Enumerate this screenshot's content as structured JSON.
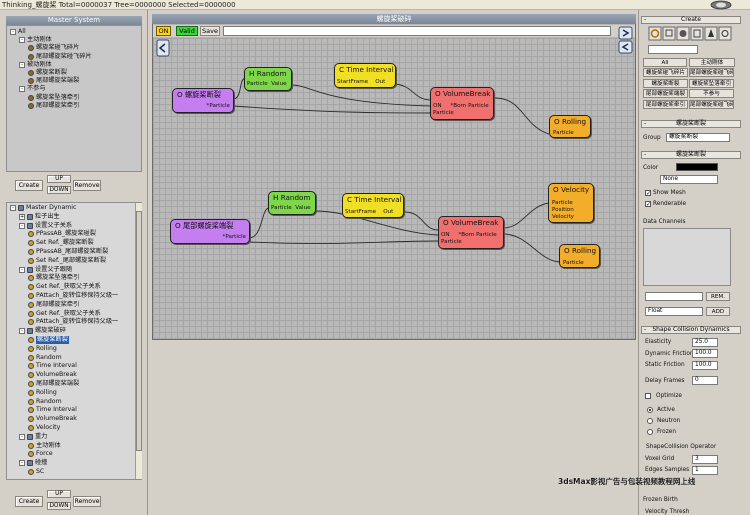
{
  "window": {
    "title": "Thinking_螺旋桨  Total=0000037  Tree=0000000  Selected=0000000"
  },
  "left": {
    "master_header": "Master System",
    "master_tree": [
      {
        "label": "All",
        "level": 0,
        "exp": "-",
        "icon": "none"
      },
      {
        "label": "主动刚体",
        "level": 1,
        "exp": "-",
        "icon": "none"
      },
      {
        "label": "螺旋桨碰飞碎片",
        "level": 2,
        "exp": "",
        "icon": "gear"
      },
      {
        "label": "尾部螺旋桨碰飞碎片",
        "level": 2,
        "exp": "",
        "icon": "gear"
      },
      {
        "label": "被动刚体",
        "level": 1,
        "exp": "-",
        "icon": "none"
      },
      {
        "label": "螺旋桨断裂",
        "level": 2,
        "exp": "",
        "icon": "gear"
      },
      {
        "label": "尾部螺旋桨端裂",
        "level": 2,
        "exp": "",
        "icon": "gear"
      },
      {
        "label": "不参与",
        "level": 1,
        "exp": "-",
        "icon": "none"
      },
      {
        "label": "螺旋桨坠落牵引",
        "level": 2,
        "exp": "",
        "icon": "gear"
      },
      {
        "label": "尾部螺旋桨牵引",
        "level": 2,
        "exp": "",
        "icon": "gear"
      }
    ],
    "buttons_top": {
      "create": "Create",
      "up": "UP",
      "down": "DOWN",
      "remove": "Remove"
    },
    "dynamic_tree": [
      {
        "label": "Master Dynamic",
        "level": 0,
        "exp": "-",
        "icon": "folder",
        "sel": false
      },
      {
        "label": "粒子出生",
        "level": 1,
        "exp": "+",
        "icon": "folder",
        "sel": false
      },
      {
        "label": "设置父子关系",
        "level": 1,
        "exp": "-",
        "icon": "folder",
        "sel": false
      },
      {
        "label": "PPassAB_螺旋桨碰裂",
        "level": 2,
        "exp": "",
        "icon": "op",
        "sel": false
      },
      {
        "label": "Set Ref._螺旋桨断裂",
        "level": 2,
        "exp": "",
        "icon": "op",
        "sel": false
      },
      {
        "label": "PPassAB_尾部螺旋桨断裂",
        "level": 2,
        "exp": "",
        "icon": "op",
        "sel": false
      },
      {
        "label": "Set Ref._尾部螺旋桨断裂",
        "level": 2,
        "exp": "",
        "icon": "op",
        "sel": false
      },
      {
        "label": "设置父子跟随",
        "level": 1,
        "exp": "-",
        "icon": "folder",
        "sel": false
      },
      {
        "label": "螺旋桨坠落牵引",
        "level": 2,
        "exp": "",
        "icon": "op",
        "sel": false
      },
      {
        "label": "Get Ref._获取父子关系",
        "level": 2,
        "exp": "",
        "icon": "op",
        "sel": false
      },
      {
        "label": "PAttach_旋转位移保持父级一",
        "level": 2,
        "exp": "",
        "icon": "op",
        "sel": false
      },
      {
        "label": "尾部螺旋桨牵引",
        "level": 2,
        "exp": "",
        "icon": "op",
        "sel": false
      },
      {
        "label": "Get Ref._获取父子关系",
        "level": 2,
        "exp": "",
        "icon": "op",
        "sel": false
      },
      {
        "label": "PAttach_旋转位移保持父级一",
        "level": 2,
        "exp": "",
        "icon": "op",
        "sel": false
      },
      {
        "label": "螺旋桨破碎",
        "level": 1,
        "exp": "-",
        "icon": "folder",
        "sel": false
      },
      {
        "label": "螺旋桨断裂",
        "level": 2,
        "exp": "",
        "icon": "op",
        "sel": true
      },
      {
        "label": "Rolling",
        "level": 2,
        "exp": "",
        "icon": "op",
        "sel": false
      },
      {
        "label": "Random",
        "level": 2,
        "exp": "",
        "icon": "op",
        "sel": false
      },
      {
        "label": "Time Interval",
        "level": 2,
        "exp": "",
        "icon": "op",
        "sel": false
      },
      {
        "label": "VolumeBreak",
        "level": 2,
        "exp": "",
        "icon": "op",
        "sel": false
      },
      {
        "label": "尾部螺旋桨端裂",
        "level": 2,
        "exp": "",
        "icon": "op",
        "sel": false
      },
      {
        "label": "Rolling",
        "level": 2,
        "exp": "",
        "icon": "op",
        "sel": false
      },
      {
        "label": "Random",
        "level": 2,
        "exp": "",
        "icon": "op",
        "sel": false
      },
      {
        "label": "Time Interval",
        "level": 2,
        "exp": "",
        "icon": "op",
        "sel": false
      },
      {
        "label": "VolumeBreak",
        "level": 2,
        "exp": "",
        "icon": "op",
        "sel": false
      },
      {
        "label": "Velocity",
        "level": 2,
        "exp": "",
        "icon": "op",
        "sel": false
      },
      {
        "label": "重力",
        "level": 1,
        "exp": "-",
        "icon": "folder",
        "sel": false
      },
      {
        "label": "主动刚体",
        "level": 2,
        "exp": "",
        "icon": "op",
        "sel": false
      },
      {
        "label": "Force",
        "level": 2,
        "exp": "",
        "icon": "op",
        "sel": false
      },
      {
        "label": "碰撞",
        "level": 1,
        "exp": "-",
        "icon": "folder",
        "sel": false
      },
      {
        "label": "SC",
        "level": 2,
        "exp": "",
        "icon": "op",
        "sel": false
      }
    ],
    "buttons_bottom": {
      "create": "Create",
      "up": "UP",
      "down": "DOWN",
      "remove": "Remove"
    }
  },
  "graph": {
    "title": "螺旋桨破碎",
    "toolbar": {
      "on": "ON",
      "valid": "Valid",
      "save": "Save"
    },
    "nodes": [
      {
        "id": "n1",
        "title": "O 螺旋桨断裂",
        "color": "purple",
        "ports": [
          "*Particle"
        ]
      },
      {
        "id": "n2",
        "title": "H Random",
        "color": "green",
        "ports": [
          "Particle",
          "Value"
        ]
      },
      {
        "id": "n3",
        "title": "C Time Interval",
        "color": "yellow",
        "ports": [
          "StartFrame",
          "Out"
        ]
      },
      {
        "id": "n4",
        "title": "O VolumeBreak",
        "color": "red",
        "ports": [
          "ON",
          "*Born Particle",
          "Particle"
        ]
      },
      {
        "id": "n5",
        "title": "O Rolling",
        "color": "orange",
        "ports": [
          "Particle"
        ]
      },
      {
        "id": "n6",
        "title": "O 尾部螺旋桨端裂",
        "color": "purple",
        "ports": [
          "*Particle"
        ]
      },
      {
        "id": "n7",
        "title": "H Random",
        "color": "green",
        "ports": [
          "Particle",
          "Value"
        ]
      },
      {
        "id": "n8",
        "title": "C Time Interval",
        "color": "yellow",
        "ports": [
          "StartFrame",
          "Out"
        ]
      },
      {
        "id": "n9",
        "title": "O VolumeBreak",
        "color": "red",
        "ports": [
          "ON",
          "*Born Particle",
          "Particle"
        ]
      },
      {
        "id": "n10",
        "title": "O Velocity",
        "color": "orange",
        "ports": [
          "Particle",
          "Position",
          "Velocity"
        ]
      },
      {
        "id": "n11",
        "title": "O Rolling",
        "color": "orange",
        "ports": [
          "Particle"
        ]
      }
    ]
  },
  "right": {
    "create_header": "Create",
    "tabs": {
      "all": "All",
      "active": "主动刚体"
    },
    "list_buttons": [
      "螺旋桨碰飞碎片",
      "尾部螺旋桨碰飞碎片",
      "螺旋桨断裂",
      "螺旋桨坠落牵引",
      "尾部螺旋桨端裂",
      "不参与",
      "尾部螺旋桨牵引",
      "尾部螺旋桨碰飞碎片"
    ],
    "name_header": "螺旋桨断裂",
    "group_label": "Group",
    "group_value": "螺旋桨断裂",
    "props_header": "螺旋桨断裂",
    "color_label": "Color",
    "shape_value": "None",
    "show_mesh": "Show Mesh",
    "renderable": "Renderable",
    "data_channels": "Data Channels",
    "rem": "REM.",
    "float_value": "Float",
    "add": "ADD",
    "shape_dyn_header": "Shape Collision Dynamics",
    "elasticity_label": "Elasticity",
    "elasticity": "25.0",
    "dyn_friction_label": "Dynamic Friction",
    "dyn_friction": "100.0",
    "static_friction_label": "Static Friction",
    "static_friction": "100.0",
    "delay_frames_label": "Delay Frames",
    "delay_frames": "0",
    "optimize": "Optimize",
    "active": "Active",
    "neutron": "Neutron",
    "frozen": "Frozen",
    "operator_header": "ShapeCollision Operator",
    "voxel_grid_label": "Voxel Grid",
    "voxel_grid": "3",
    "edge_samples_label": "Edges Samples",
    "edge_samples": "1",
    "frozen_birth": "Frozen Birth",
    "velocity_thresh_label": "Velocity Thresh"
  },
  "watermark": "3dsMax影视广告与包装视频教程网上线"
}
